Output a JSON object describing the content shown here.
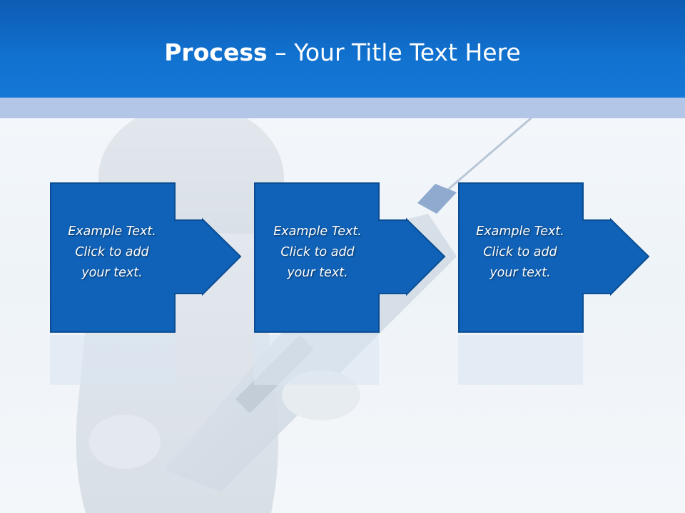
{
  "slide": {
    "title_bold": "Process",
    "title_rest": " – Your Title Text Here"
  },
  "process_steps": [
    {
      "text": "Example Text.\nClick  to add\nyour text."
    },
    {
      "text": "Example Text.\nClick  to add\nyour text."
    },
    {
      "text": "Example Text.\nClick  to add\nyour text."
    }
  ],
  "colors": {
    "header": "#1172d0",
    "header_band": "#b4c6e7",
    "box_fill": "#0f62b8",
    "box_border": "#0a4d92"
  }
}
